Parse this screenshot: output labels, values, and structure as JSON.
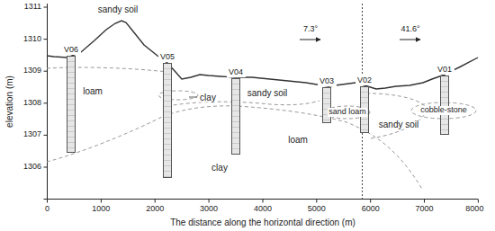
{
  "diagram": {
    "nodes": [
      {
        "text": [
          "V06"
        ]
      },
      {
        "text": [
          "V05"
        ]
      },
      {
        "text": [
          "V04"
        ]
      },
      {
        "text": [
          "V03"
        ]
      },
      {
        "text": [
          "V02"
        ]
      },
      {
        "text": [
          "V01"
        ]
      }
    ],
    "labels": [
      "sandy soil",
      "loam",
      "clay",
      "sandy soil",
      "clay",
      "sand loam",
      "loam",
      "sandy soil",
      "cobble-stone",
      "7.3°",
      "41.6°",
      "1306",
      "1307",
      "1308",
      "1309",
      "1310",
      "1311",
      "0",
      "1000",
      "2000",
      "3000",
      "4000",
      "5000",
      "6000",
      "7000",
      "8000",
      "elevation (m)",
      "The distance along the horizontal direction (m)"
    ]
  }
}
